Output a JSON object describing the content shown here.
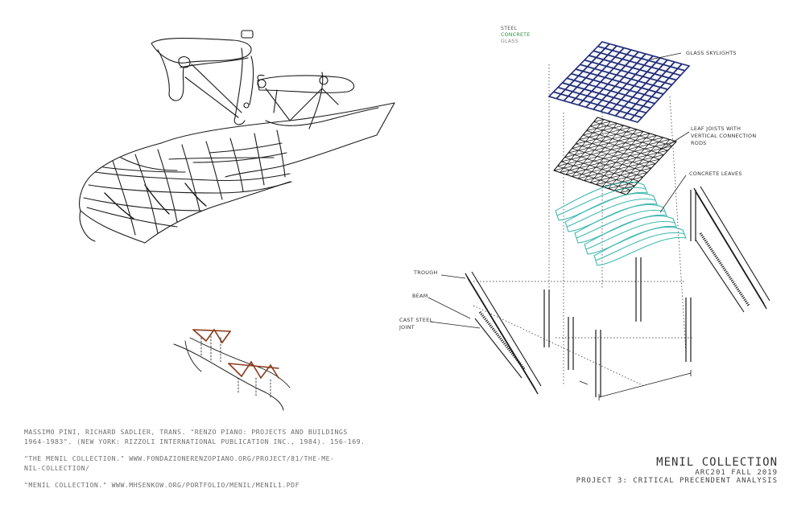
{
  "legend": {
    "steel": "STEEL",
    "concrete": "CONCRETE",
    "glass": "GLASS",
    "colors": {
      "steel": "#555555",
      "concrete": "#2e8b3e",
      "glass": "#888888"
    }
  },
  "callouts": {
    "glass_skylights": "GLASS SKYLIGHTS",
    "leaf_joists_1": "LEAF JOISTS WITH",
    "leaf_joists_2": "VERTICAL CONNECTION",
    "leaf_joists_3": "RODS",
    "concrete_leaves": "CONCRETE LEAVES",
    "trough": "TROUGH",
    "beam": "BEAM",
    "cast_steel_1": "CAST STEEL",
    "cast_steel_2": "JOINT"
  },
  "accent_colors": {
    "skylight": "#1f2a78",
    "leaves": "#3fb9b0",
    "truss_detail": "#8b3a1a"
  },
  "references": {
    "ref1_line1": "MASSIMO PINI, RICHARD SADLIER, TRANS. \"RENZO PIANO: PROJECTS AND BUILDINGS",
    "ref1_line2": "1964-1983\". (NEW YORK: RIZZOLI INTERNATIONAL PUBLICATION INC., 1984). 156-169.",
    "ref2_line1": "\"THE MENIL COLLECTION.\" WWW.FONDAZIONERENZOPIANO.ORG/PROJECT/81/THE-ME-",
    "ref2_line2": "NIL-COLLECTION/",
    "ref3": "\"MENIL COLLECTION.\" WWW.MHSENKOW.ORG/PORTFOLIO/MENIL/MENIL1.PDF"
  },
  "title_block": {
    "title": "MENIL COLLECTION",
    "course": "ARC201 FALL 2019",
    "project": "PROJECT 3: CRITICAL PRECENDENT ANALYSIS"
  }
}
